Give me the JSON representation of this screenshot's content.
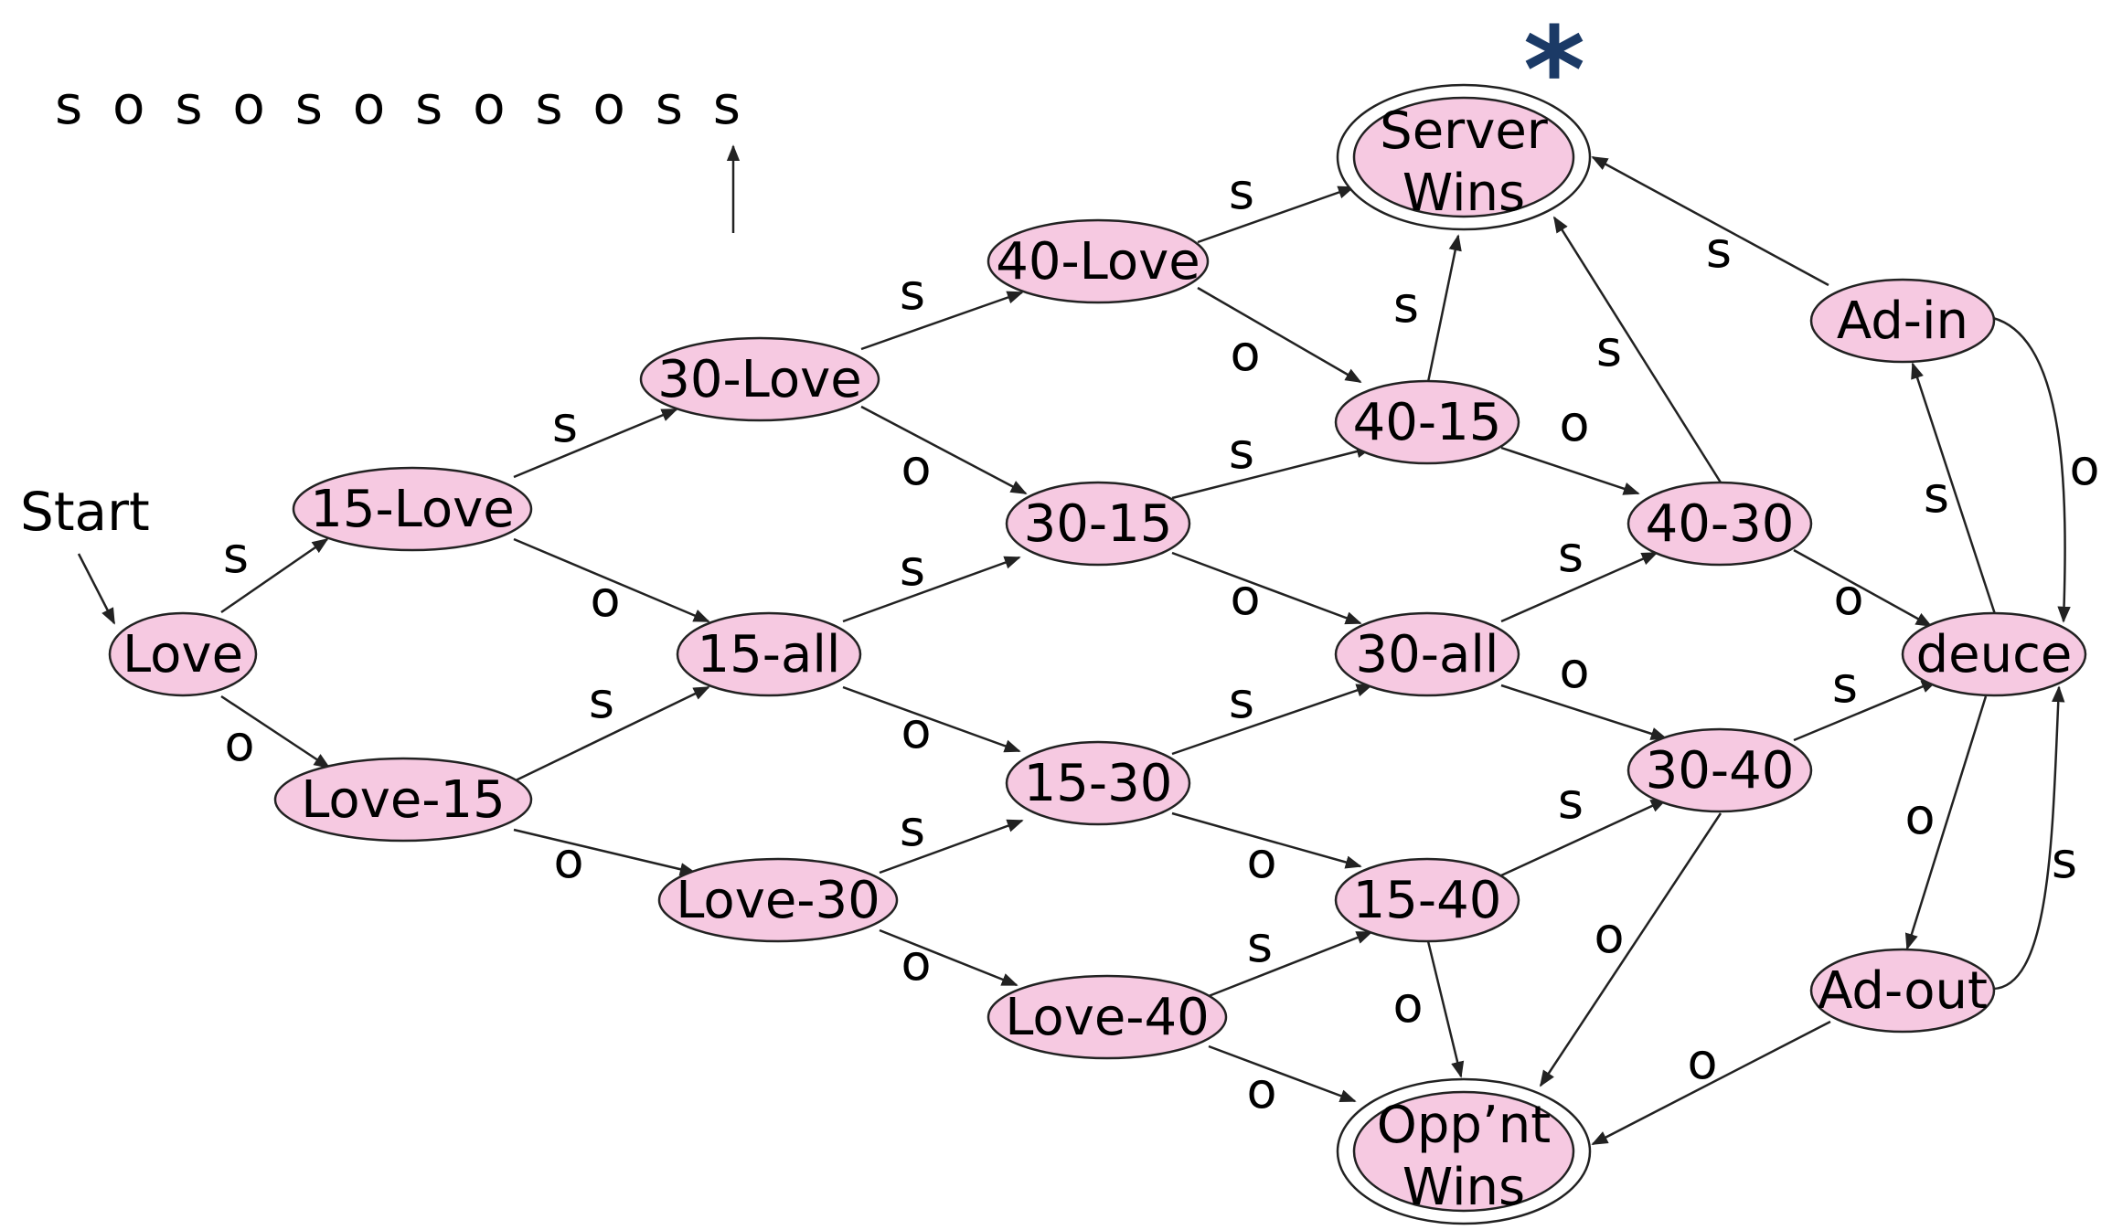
{
  "sequence": "s o s o s o s o s o s s",
  "start_label": "Start",
  "marker": "*",
  "nodes": {
    "love": "Love",
    "15_love": "15-Love",
    "love_15": "Love-15",
    "30_love": "30-Love",
    "15_all": "15-all",
    "love_30": "Love-30",
    "40_love": "40-Love",
    "30_15": "30-15",
    "15_30": "15-30",
    "love_40": "Love-40",
    "server_wins": [
      "Server",
      "Wins"
    ],
    "40_15": "40-15",
    "30_all": "30-all",
    "15_40": "15-40",
    "opp_wins": [
      "Opp’nt",
      "Wins"
    ],
    "40_30": "40-30",
    "30_40": "30-40",
    "ad_in": "Ad-in",
    "deuce": "deuce",
    "ad_out": "Ad-out"
  },
  "edges": [
    {
      "from": "love",
      "to": "15_love",
      "label": "s"
    },
    {
      "from": "love",
      "to": "love_15",
      "label": "o"
    },
    {
      "from": "15_love",
      "to": "30_love",
      "label": "s"
    },
    {
      "from": "15_love",
      "to": "15_all",
      "label": "o"
    },
    {
      "from": "love_15",
      "to": "15_all",
      "label": "s"
    },
    {
      "from": "love_15",
      "to": "love_30",
      "label": "o"
    },
    {
      "from": "30_love",
      "to": "40_love",
      "label": "s"
    },
    {
      "from": "30_love",
      "to": "30_15",
      "label": "o"
    },
    {
      "from": "15_all",
      "to": "30_15",
      "label": "s"
    },
    {
      "from": "15_all",
      "to": "15_30",
      "label": "o"
    },
    {
      "from": "love_30",
      "to": "15_30",
      "label": "s"
    },
    {
      "from": "love_30",
      "to": "love_40",
      "label": "o"
    },
    {
      "from": "40_love",
      "to": "server_wins",
      "label": "s"
    },
    {
      "from": "40_love",
      "to": "40_15",
      "label": "o"
    },
    {
      "from": "30_15",
      "to": "40_15",
      "label": "s"
    },
    {
      "from": "30_15",
      "to": "30_all",
      "label": "o"
    },
    {
      "from": "15_30",
      "to": "30_all",
      "label": "s"
    },
    {
      "from": "15_30",
      "to": "15_40",
      "label": "o"
    },
    {
      "from": "love_40",
      "to": "15_40",
      "label": "s"
    },
    {
      "from": "love_40",
      "to": "opp_wins",
      "label": "o"
    },
    {
      "from": "40_15",
      "to": "server_wins",
      "label": "s"
    },
    {
      "from": "40_15",
      "to": "40_30",
      "label": "o"
    },
    {
      "from": "30_all",
      "to": "40_30",
      "label": "s"
    },
    {
      "from": "30_all",
      "to": "30_40",
      "label": "o"
    },
    {
      "from": "15_40",
      "to": "30_40",
      "label": "s"
    },
    {
      "from": "15_40",
      "to": "opp_wins",
      "label": "o"
    },
    {
      "from": "40_30",
      "to": "server_wins",
      "label": "s"
    },
    {
      "from": "40_30",
      "to": "deuce",
      "label": "o"
    },
    {
      "from": "30_40",
      "to": "deuce",
      "label": "s"
    },
    {
      "from": "30_40",
      "to": "opp_wins",
      "label": "o"
    },
    {
      "from": "deuce",
      "to": "ad_in",
      "label": "s"
    },
    {
      "from": "deuce",
      "to": "ad_out",
      "label": "o"
    },
    {
      "from": "ad_in",
      "to": "server_wins",
      "label": "s"
    },
    {
      "from": "ad_in",
      "to": "deuce",
      "label": "o"
    },
    {
      "from": "ad_out",
      "to": "deuce",
      "label": "s"
    },
    {
      "from": "ad_out",
      "to": "opp_wins",
      "label": "o"
    }
  ]
}
